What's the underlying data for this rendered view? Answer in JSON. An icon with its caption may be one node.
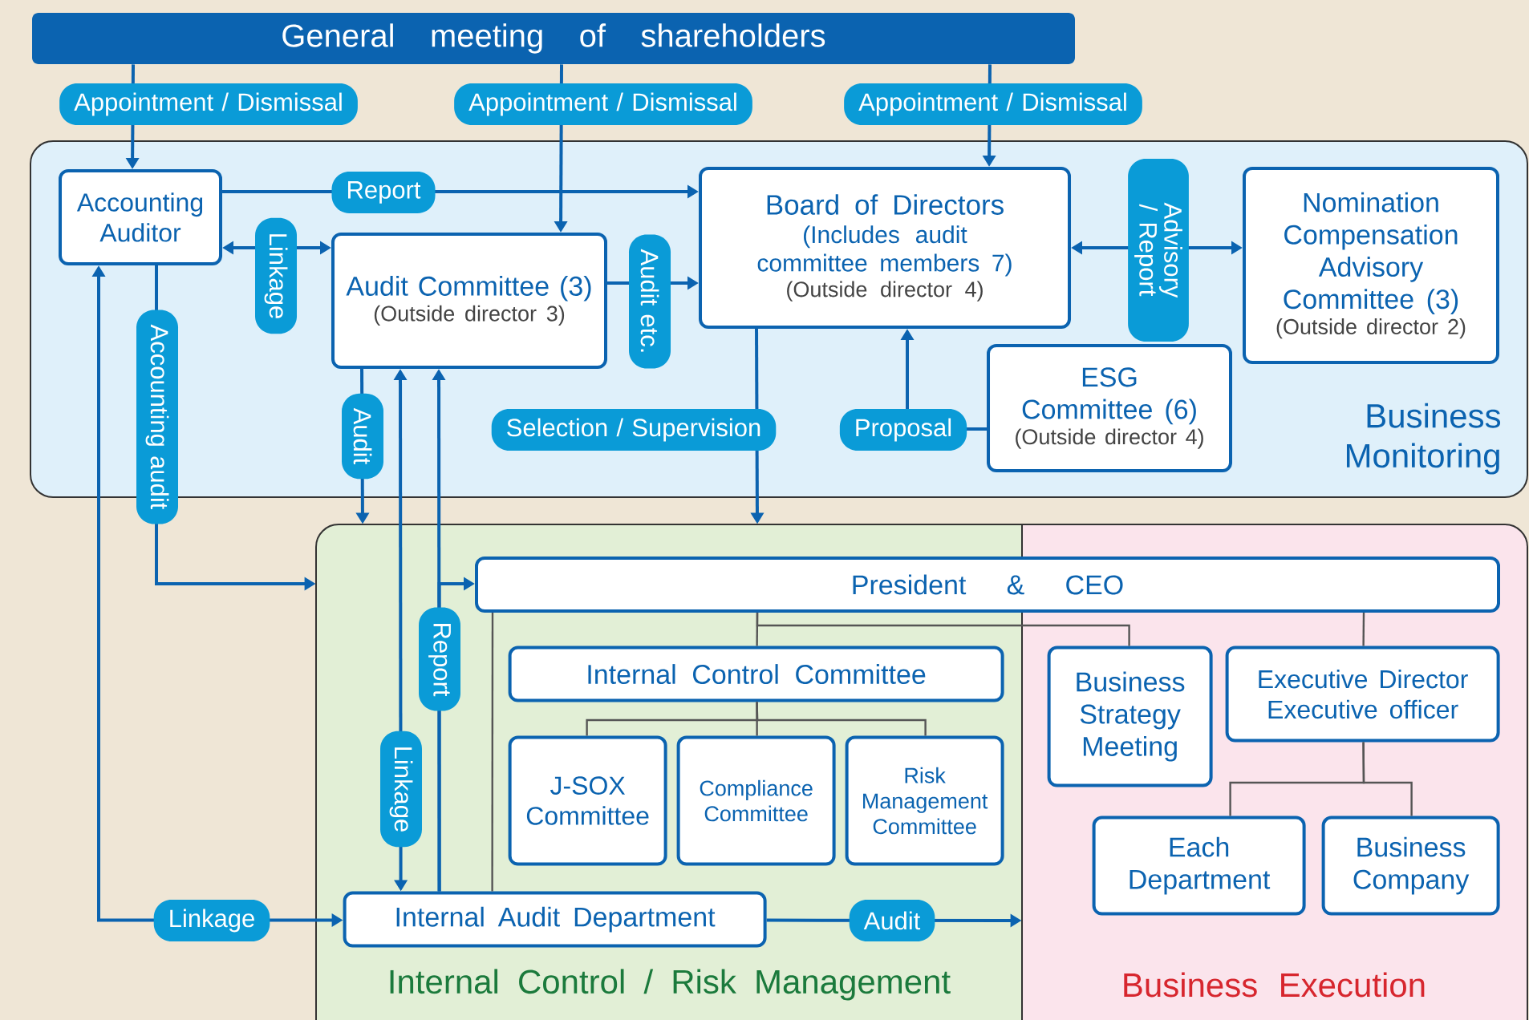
{
  "diagram": {
    "nodes": [
      {
        "text": [
          "General meeting of shareholders"
        ]
      },
      {
        "text": [
          "Business Monitoring"
        ]
      },
      {
        "text": [
          "Accounting Auditor"
        ],
        "in": 1
      },
      {
        "text": [
          "Audit Committee (3)",
          "(Outside director 3)"
        ],
        "in": 1
      },
      {
        "text": [
          "Board of Directors",
          "(Includes audit committee members 7)",
          "(Outside director 4)"
        ],
        "in": 1
      },
      {
        "text": [
          "Nomination Compensation Advisory Committee (3)",
          "(Outside director 2)"
        ],
        "in": 1
      },
      {
        "text": [
          "ESG Committee (6)",
          "(Outside director 4)"
        ],
        "in": 1
      },
      {
        "text": [
          "Internal Control / Risk Management"
        ]
      },
      {
        "text": [
          "Business Execution"
        ]
      },
      {
        "text": [
          "President & CEO"
        ]
      },
      {
        "text": [
          "Internal Control Committee"
        ],
        "in": 7
      },
      {
        "text": [
          "J-SOX Committee"
        ],
        "in": 7
      },
      {
        "text": [
          "Compliance Committee"
        ],
        "in": 7
      },
      {
        "text": [
          "Risk Management Committee"
        ],
        "in": 7
      },
      {
        "text": [
          "Internal Audit Department"
        ],
        "in": 7
      },
      {
        "text": [
          "Business Strategy Meeting"
        ],
        "in": 8
      },
      {
        "text": [
          "Executive Director Executive officer"
        ],
        "in": 8
      },
      {
        "text": [
          "Each Department"
        ],
        "in": 8
      },
      {
        "text": [
          "Business Company"
        ],
        "in": 8
      }
    ],
    "edges": [
      {
        "from": 0,
        "to": 2,
        "arrow": "to",
        "label": "Appointment / Dismissal"
      },
      {
        "from": 0,
        "to": 3,
        "arrow": "to",
        "label": "Appointment / Dismissal"
      },
      {
        "from": 0,
        "to": 4,
        "arrow": "to",
        "label": "Appointment / Dismissal"
      },
      {
        "from": 2,
        "to": 4,
        "arrow": "to",
        "label": "Report"
      },
      {
        "from": 2,
        "to": 3,
        "arrow": "both",
        "label": "Linkage"
      },
      {
        "from": 3,
        "to": 4,
        "arrow": "to",
        "label": "Audit etc."
      },
      {
        "from": 4,
        "to": 5,
        "arrow": "both",
        "label": "Advisory / Report"
      },
      {
        "from": 6,
        "to": 4,
        "arrow": "to",
        "label": "Proposal"
      },
      {
        "from": 4,
        "to": 7,
        "arrow": "to",
        "label": "Selection / Supervision"
      },
      {
        "from": 3,
        "to": 7,
        "arrow": "to",
        "label": "Audit"
      },
      {
        "from": 2,
        "to": 7,
        "arrow": "to",
        "label": "Accounting audit"
      },
      {
        "from": 3,
        "to": 14,
        "arrow": "both",
        "label": "Linkage"
      },
      {
        "from": 14,
        "to": 3,
        "arrow": "to",
        "label": "Report"
      },
      {
        "from": 14,
        "to": 9,
        "arrow": "to"
      },
      {
        "from": 14,
        "to": 2,
        "arrow": "both",
        "label": "Linkage"
      },
      {
        "from": 14,
        "to": 8,
        "arrow": "to",
        "label": "Audit"
      },
      {
        "from": 9,
        "to": 10,
        "arrow": "none",
        "color": "#555555"
      },
      {
        "from": 10,
        "to": 11,
        "arrow": "none",
        "color": "#555555"
      },
      {
        "from": 10,
        "to": 12,
        "arrow": "none",
        "color": "#555555"
      },
      {
        "from": 10,
        "to": 13,
        "arrow": "none",
        "color": "#555555"
      },
      {
        "from": 9,
        "to": 15,
        "arrow": "none",
        "color": "#555555"
      },
      {
        "from": 9,
        "to": 16,
        "arrow": "none",
        "color": "#555555"
      },
      {
        "from": 16,
        "to": 17,
        "arrow": "none",
        "color": "#555555"
      },
      {
        "from": 16,
        "to": 18,
        "arrow": "none",
        "color": "#555555"
      },
      {
        "from": 9,
        "to": 14,
        "arrow": "none",
        "color": "#555555"
      }
    ]
  }
}
